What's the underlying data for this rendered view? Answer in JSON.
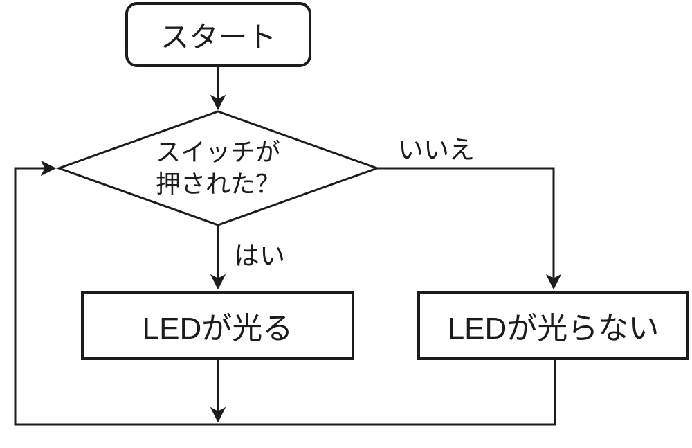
{
  "flowchart": {
    "background_color": "#ffffff",
    "line_color": "#1c1c1c",
    "text_color": "#1c1c1c",
    "nodes": {
      "start": {
        "shape": "rounded-rectangle",
        "label": "スタート"
      },
      "decision": {
        "shape": "diamond",
        "line1": "スイッチが",
        "line2": "押された？"
      },
      "led_on": {
        "shape": "rectangle",
        "label": "LEDが光る"
      },
      "led_off": {
        "shape": "rectangle",
        "label": "LEDが光らない"
      }
    },
    "edge_labels": {
      "yes": "はい",
      "no": "いいえ"
    }
  }
}
